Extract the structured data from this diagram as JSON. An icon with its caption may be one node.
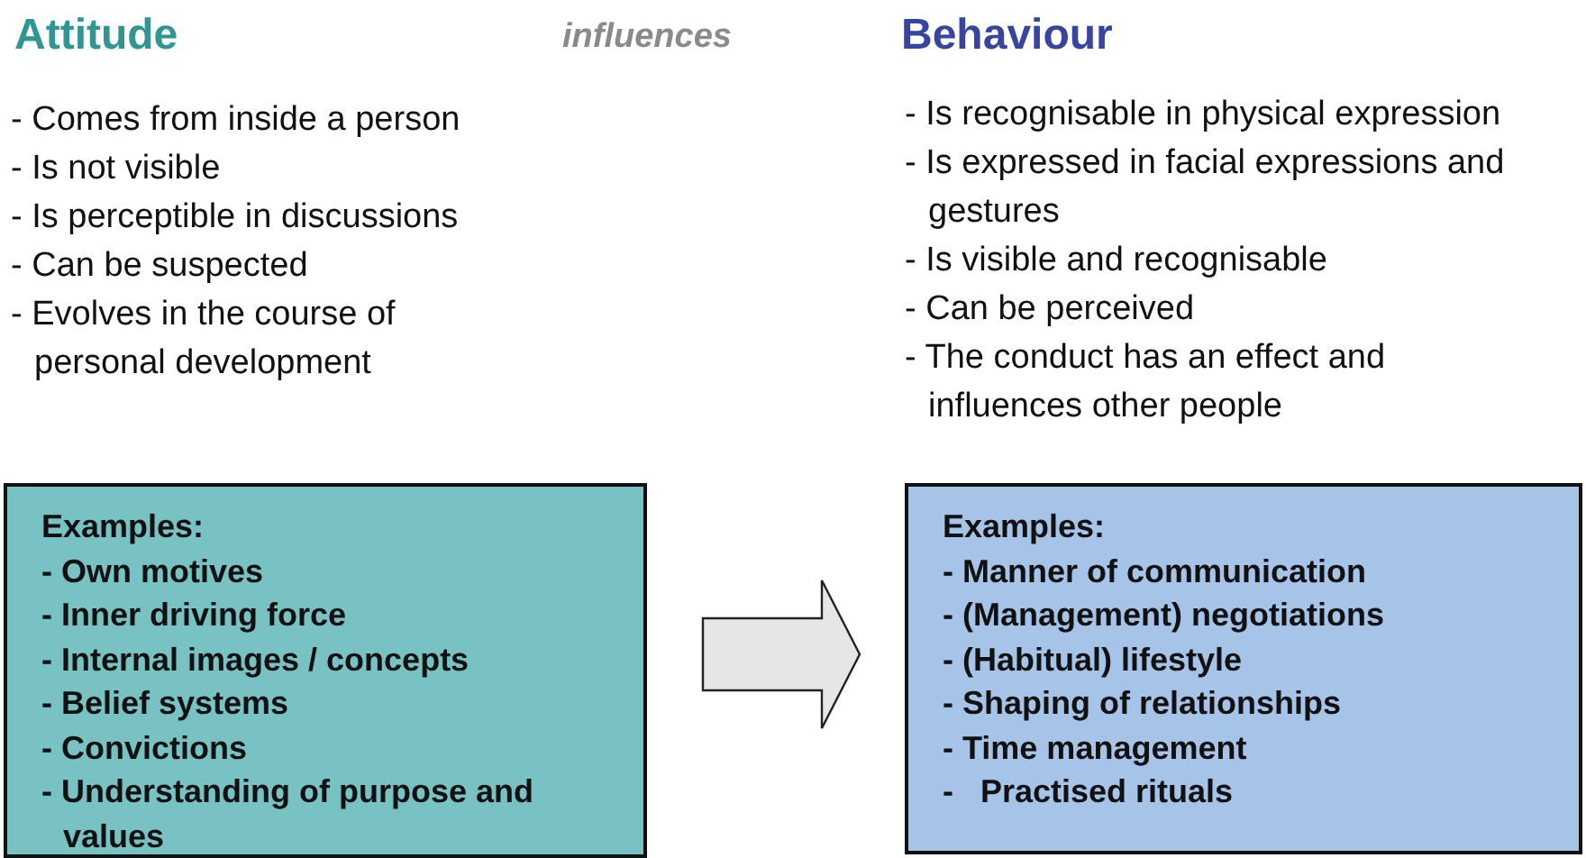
{
  "diagram": {
    "nodes": [
      {
        "text": [
          "Examples:",
          "- Own motives",
          "- Inner driving force",
          "- Internal images / concepts",
          "- Belief systems",
          "- Convictions",
          "- Understanding of purpose and values"
        ]
      },
      {
        "text": [
          "Examples:",
          "- Manner of communication",
          "- (Management) negotiations",
          "- (Habitual) lifestyle",
          "- Shaping of relationships",
          "- Time management",
          "-   Practised rituals"
        ]
      }
    ],
    "edges": [
      {
        "from": 0,
        "to": 1,
        "arrow": "to",
        "style": "thick"
      }
    ],
    "labels": [
      "Attitude",
      "influences",
      "Behaviour",
      "- Comes from inside a person",
      "- Is not visible",
      "- Is perceptible in discussions",
      "- Can be suspected",
      "- Evolves in the course of personal development",
      "- Is recognisable in physical expression",
      "- Is expressed in facial expressions and gestures",
      "- Is visible and recognisable",
      "- Can be perceived",
      "- The conduct has an effect and influences other people"
    ]
  }
}
